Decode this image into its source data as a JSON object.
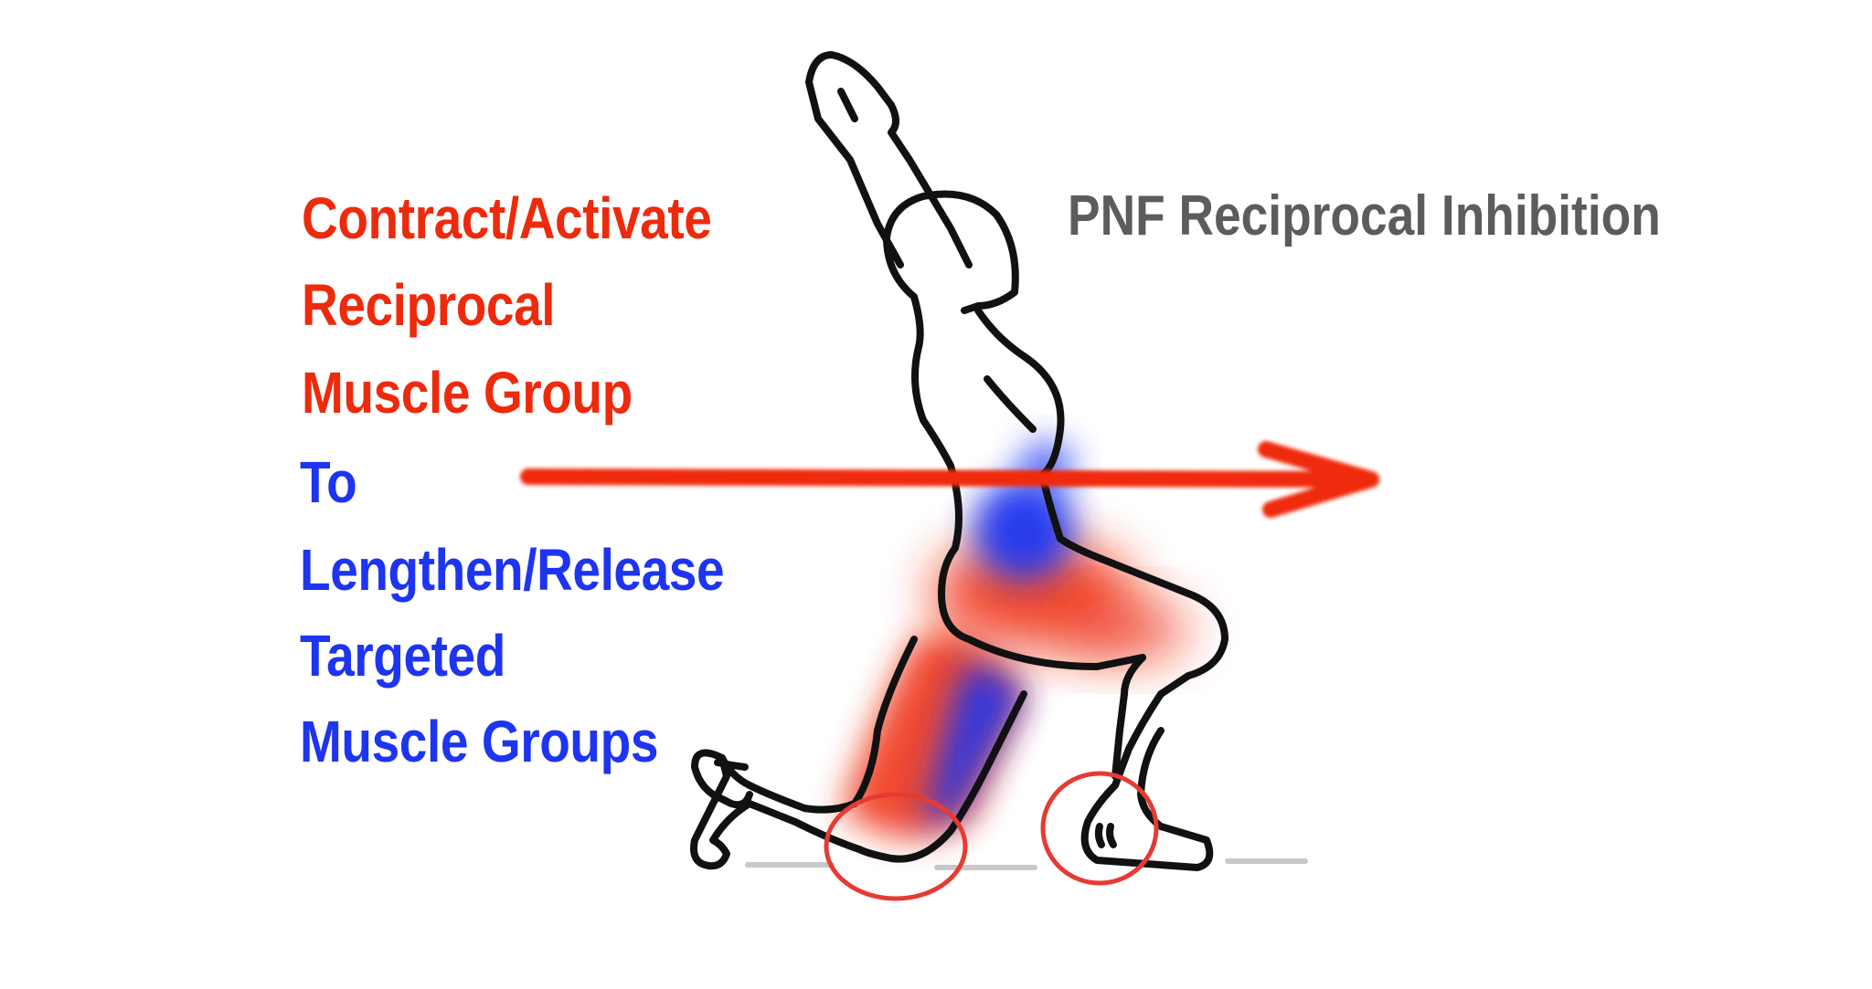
{
  "title": "PNF Reciprocal Inhibition",
  "instructions": {
    "contract_lines": [
      "Contract/Activate",
      "Reciprocal",
      "Muscle Group"
    ],
    "release_lines": [
      "To",
      "Lengthen/Release",
      "Targeted",
      "Muscle Groups"
    ]
  },
  "colors": {
    "contract": "#ee2a0c",
    "release": "#1d35f0",
    "title": "#5c5c5c",
    "arrow": "#f02a0a",
    "highlight_circle": "#e53b33",
    "outline": "#111111",
    "ground": "#c8c8c8"
  },
  "icons": {
    "figure": "kneeling-lunge-figure",
    "arrow": "right-arrow",
    "markers": [
      "knee-circle-marker",
      "foot-circle-marker"
    ]
  }
}
